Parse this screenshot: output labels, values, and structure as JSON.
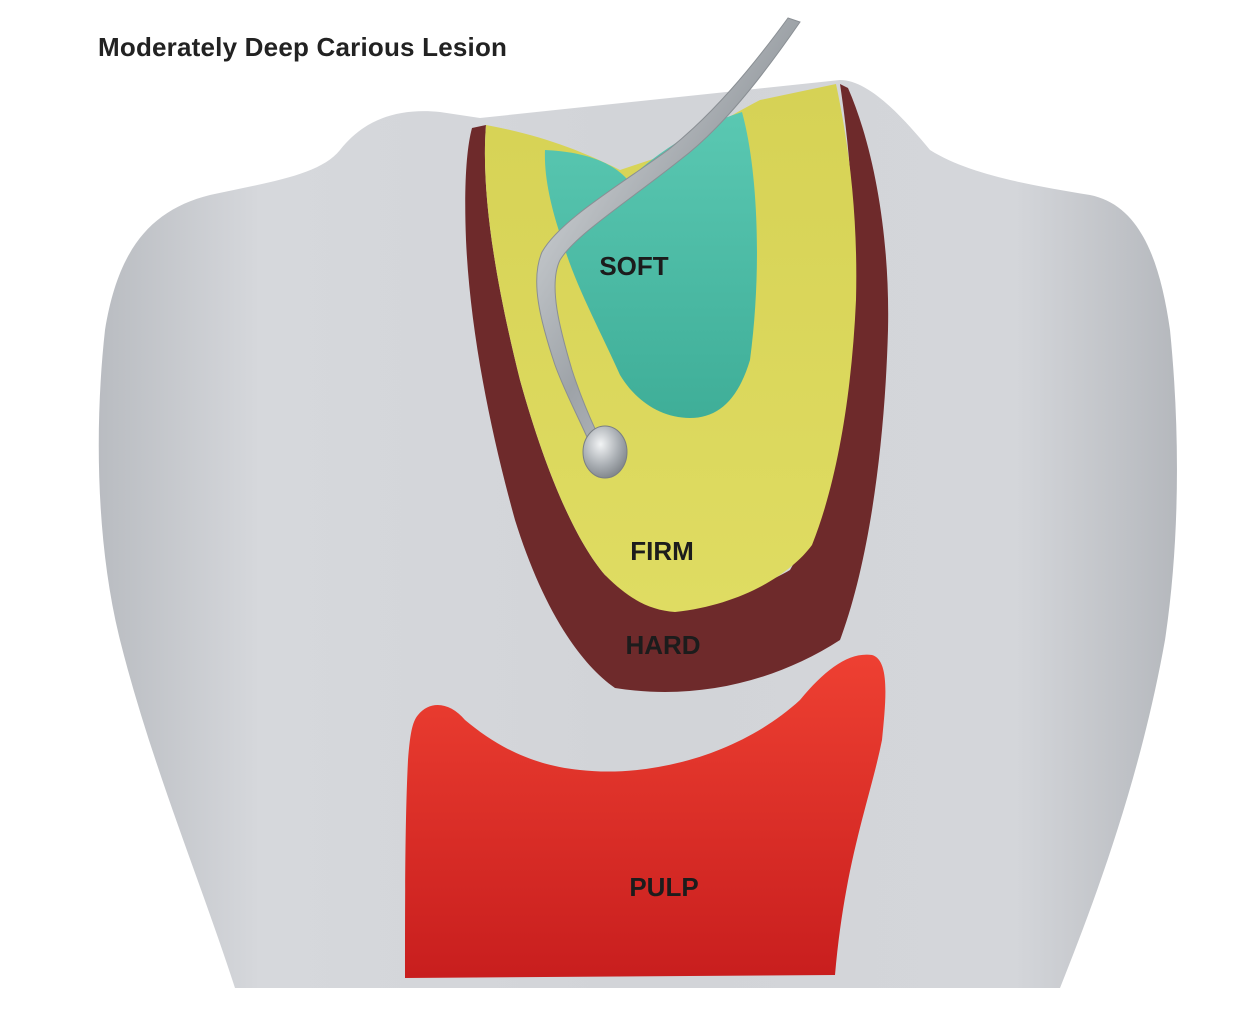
{
  "title": "Moderately Deep Carious Lesion",
  "labels": {
    "soft": "SOFT",
    "firm": "FIRM",
    "hard": "HARD",
    "pulp": "PULP"
  },
  "colors": {
    "tooth": "#cfd2d6",
    "hard": "#6e2a2b",
    "firm": "#d9d65a",
    "soft": "#4fbfa9",
    "pulp": "#e0342a",
    "instrument": "#b8bcc0"
  }
}
